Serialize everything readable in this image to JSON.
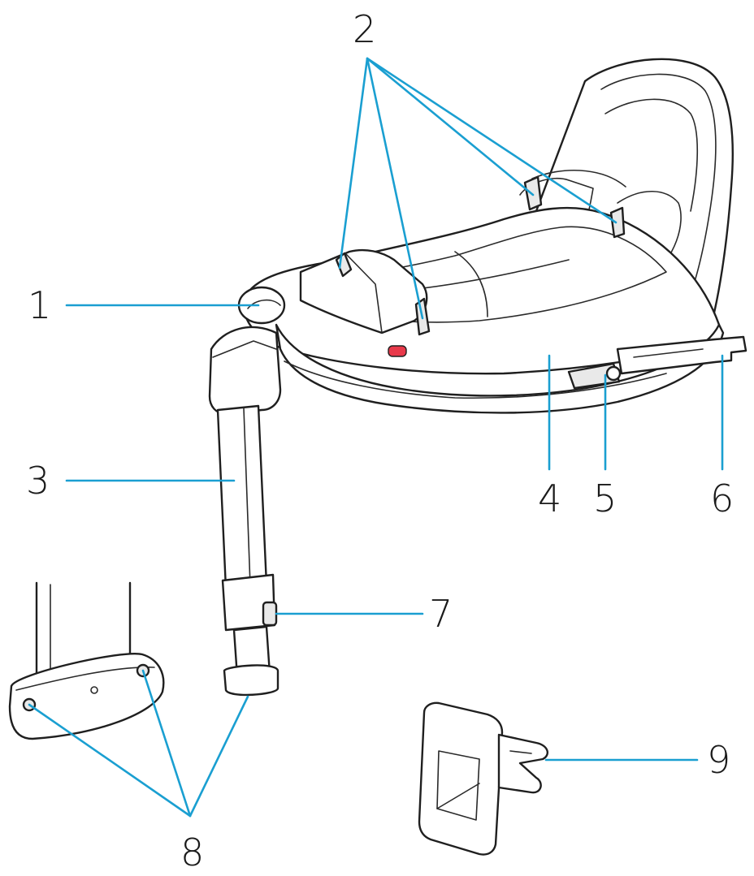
{
  "callouts": [
    {
      "id": "1",
      "label": "1"
    },
    {
      "id": "2",
      "label": "2"
    },
    {
      "id": "3",
      "label": "3"
    },
    {
      "id": "4",
      "label": "4"
    },
    {
      "id": "5",
      "label": "5"
    },
    {
      "id": "6",
      "label": "6"
    },
    {
      "id": "7",
      "label": "7"
    },
    {
      "id": "8",
      "label": "8"
    },
    {
      "id": "9",
      "label": "9"
    }
  ],
  "colors": {
    "leader_line": "#1a9fd1",
    "line_art": "#1f1f1f",
    "indicator": "#e8394a",
    "background": "#ffffff"
  }
}
